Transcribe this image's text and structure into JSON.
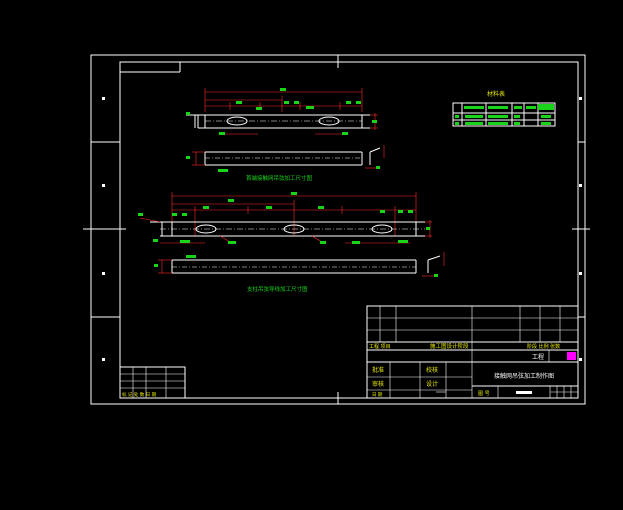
{
  "colors": {
    "background": "#000000",
    "frame": "#ffffff",
    "dimension": "#ff2a2a",
    "label": "#19d419",
    "title_text": "#e8e800",
    "highlight": "#ff00ff"
  },
  "material_table": {
    "title": "材料表"
  },
  "captions": {
    "upper_view": "首端接触网吊弦加工尺寸图",
    "lower_view": "支柱吊弦导线加工尺寸图"
  },
  "title_block": {
    "project_info": "工程 项目",
    "stage": "施工图设计阶段",
    "meta_labels": "阶段 比例 张数",
    "project_label": "工程",
    "drawing_name": "接触网吊弦加工制作图",
    "approve": "批准",
    "review": "审核",
    "check": "校核",
    "design": "设计",
    "date_label": "日 期",
    "drawing_no_label": "图 号"
  },
  "revision_block": {
    "header": "标 记 处 数 日 期"
  }
}
